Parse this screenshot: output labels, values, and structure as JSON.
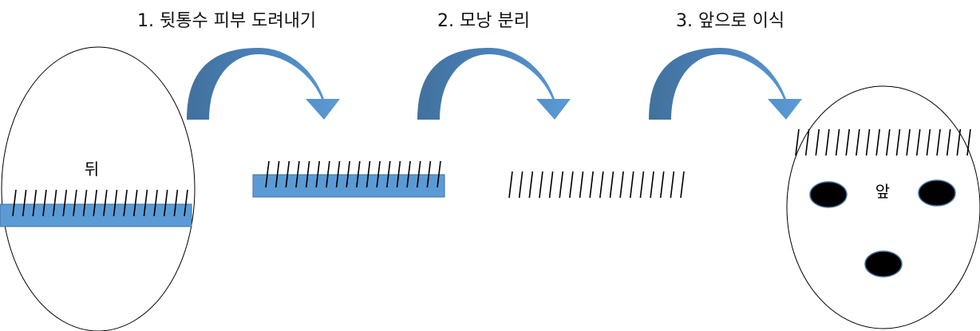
{
  "steps": [
    {
      "label": "1. 뒷통수 피부 도려내기"
    },
    {
      "label": "2. 모낭 분리"
    },
    {
      "label": "3. 앞으로 이식"
    }
  ],
  "heads": {
    "back_label": "뒤",
    "front_label": "앞"
  },
  "colors": {
    "strip_fill": "#5b9bd5",
    "strip_stroke": "#41719c",
    "arrow_dark": "#41719c",
    "arrow_light": "#5b9bd5",
    "outline": "#000000"
  },
  "icons": [
    "curved-arrow-icon",
    "hair-follicle-icon"
  ]
}
